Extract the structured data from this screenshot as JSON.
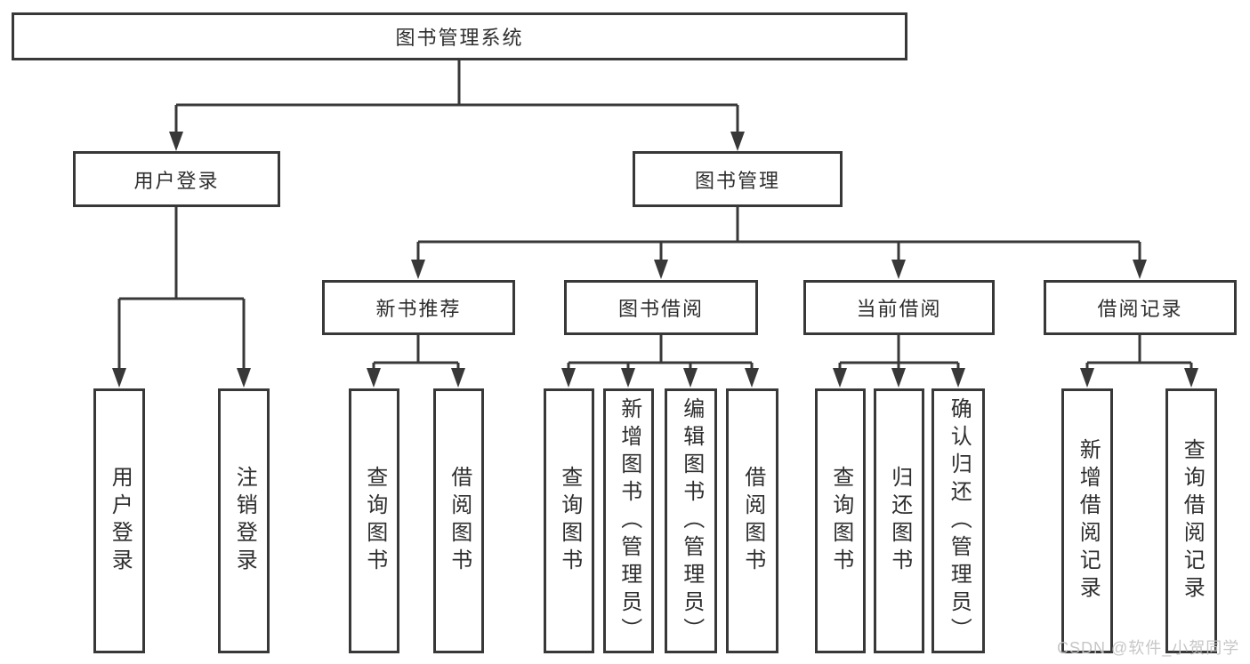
{
  "watermark": "CSDN @软件_小贺同学",
  "colors": {
    "line": "#383838",
    "text": "#2e2e2e",
    "background": "#ffffff",
    "watermark": "#c2c2c2"
  },
  "tree": {
    "root": "图书管理系统",
    "branches": [
      {
        "label": "用户登录",
        "leaves": [
          "用户登录",
          "注销登录"
        ]
      },
      {
        "label": "图书管理",
        "groups": [
          {
            "label": "新书推荐",
            "leaves": [
              "查询图书",
              "借阅图书"
            ]
          },
          {
            "label": "图书借阅",
            "leaves": [
              "查询图书",
              "新增图书（管理员）",
              "编辑图书（管理员）",
              "借阅图书"
            ]
          },
          {
            "label": "当前借阅",
            "leaves": [
              "查询图书",
              "归还图书",
              "确认归还（管理员）"
            ]
          },
          {
            "label": "借阅记录",
            "leaves": [
              "新增借阅记录",
              "查询借阅记录"
            ]
          }
        ]
      }
    ]
  }
}
